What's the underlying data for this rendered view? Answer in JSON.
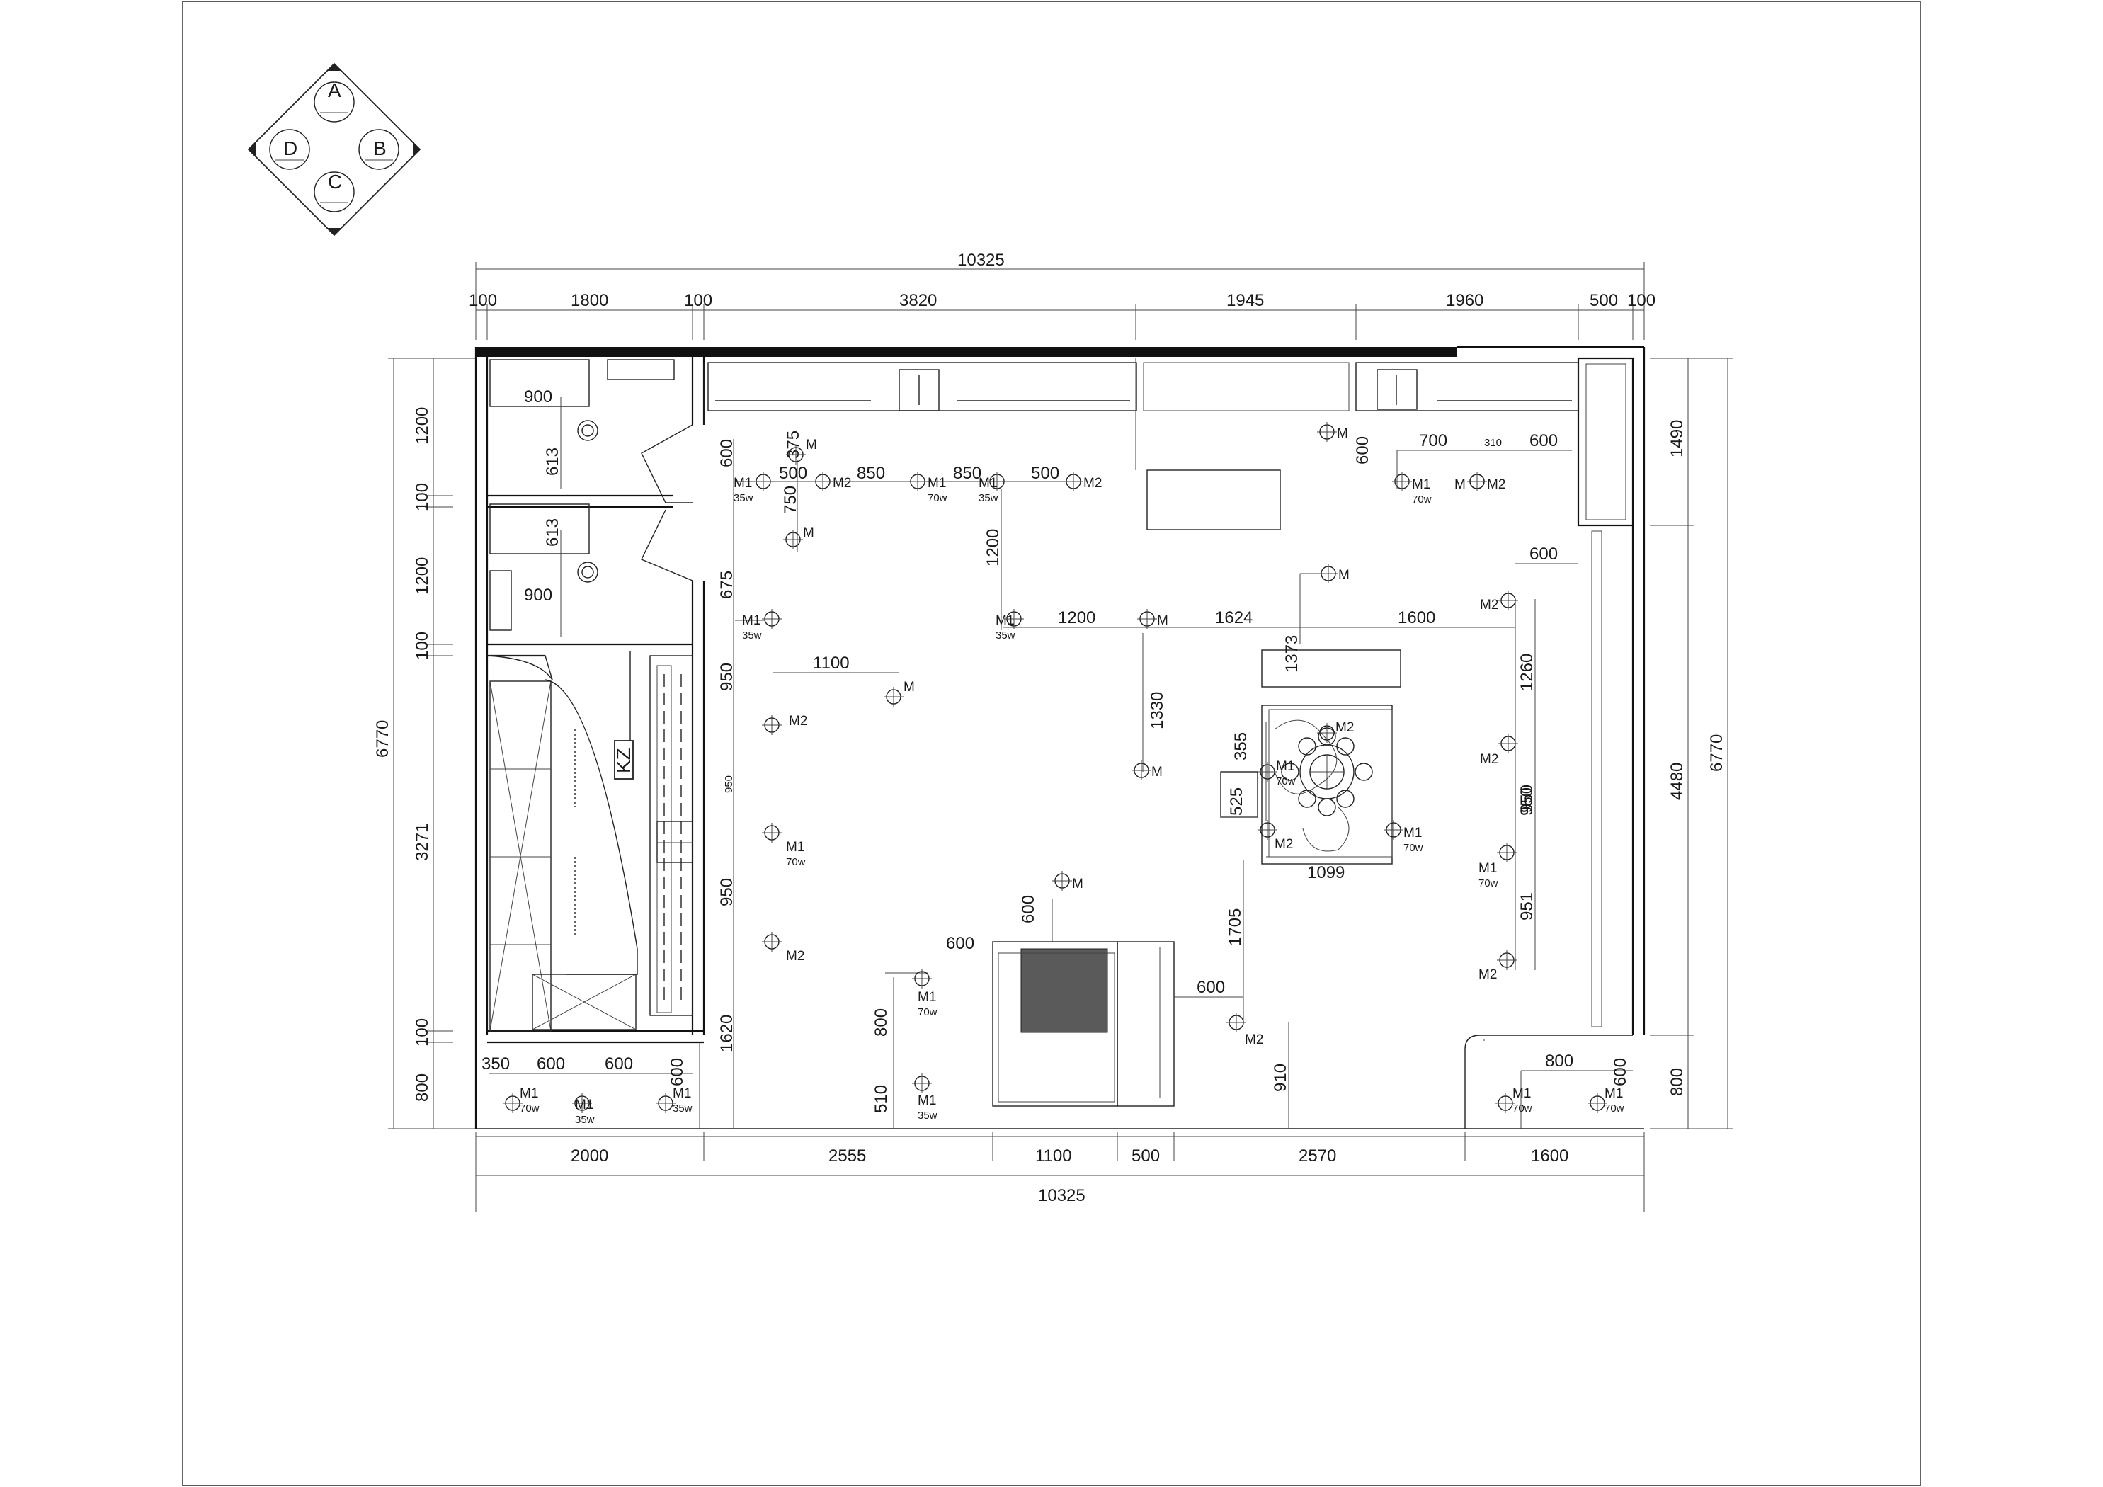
{
  "compass": {
    "top": "A",
    "right": "B",
    "bottom": "C",
    "left": "D"
  },
  "top_dims": {
    "overall": "10325",
    "segments": [
      "100",
      "1800",
      "100",
      "3820",
      "1945",
      "1960",
      "500",
      "100"
    ]
  },
  "bottom_dims": {
    "overall": "10325",
    "segments": [
      "2000",
      "2555",
      "1100",
      "500",
      "2570",
      "1600"
    ]
  },
  "left_dims": {
    "overall": "6770",
    "segments": [
      "1200",
      "100",
      "1200",
      "100",
      "3271",
      "100",
      "800"
    ]
  },
  "right_dims": {
    "overall": "6770",
    "segments": [
      "1490",
      "4480",
      "800"
    ]
  },
  "interior_dims": [
    "900",
    "613",
    "613",
    "900",
    "600",
    "375",
    "500",
    "850",
    "850",
    "500",
    "750",
    "1200",
    "675",
    "950",
    "1100",
    "950",
    "950",
    "950",
    "1620",
    "1200",
    "1624",
    "1600",
    "1330",
    "1373",
    "355",
    "525",
    "1099",
    "600",
    "600",
    "800",
    "510",
    "1705",
    "600",
    "910",
    "700",
    "310",
    "600",
    "600",
    "600",
    "1260",
    "950",
    "951",
    "350",
    "600",
    "600",
    "600",
    "800",
    "600"
  ],
  "lights": [
    {
      "label": "M1",
      "watt": "35w"
    },
    {
      "label": "M2",
      "watt": ""
    },
    {
      "label": "M1",
      "watt": "70w"
    },
    {
      "label": "M1",
      "watt": "35w"
    },
    {
      "label": "M2",
      "watt": ""
    },
    {
      "label": "M",
      "watt": ""
    },
    {
      "label": "M",
      "watt": ""
    },
    {
      "label": "M1",
      "watt": "35w"
    },
    {
      "label": "M1",
      "watt": "35w"
    },
    {
      "label": "M",
      "watt": ""
    },
    {
      "label": "M",
      "watt": ""
    },
    {
      "label": "M2",
      "watt": ""
    },
    {
      "label": "M1",
      "watt": "70w"
    },
    {
      "label": "M2",
      "watt": ""
    },
    {
      "label": "M",
      "watt": ""
    },
    {
      "label": "M",
      "watt": ""
    },
    {
      "label": "M",
      "watt": ""
    },
    {
      "label": "M",
      "watt": ""
    },
    {
      "label": "M1",
      "watt": "70w"
    },
    {
      "label": "M2",
      "watt": ""
    },
    {
      "label": "M",
      "watt": ""
    },
    {
      "label": "M2",
      "watt": ""
    },
    {
      "label": "M2",
      "watt": ""
    },
    {
      "label": "M1",
      "watt": "70w"
    },
    {
      "label": "M2",
      "watt": ""
    },
    {
      "label": "M1",
      "watt": "35w"
    },
    {
      "label": "M1",
      "watt": "70w"
    },
    {
      "label": "M1",
      "watt": "35w"
    },
    {
      "label": "M1",
      "watt": "35w"
    },
    {
      "label": "M2",
      "watt": ""
    },
    {
      "label": "M1",
      "watt": "70w"
    },
    {
      "label": "M2",
      "watt": ""
    },
    {
      "label": "M1",
      "watt": "70w"
    },
    {
      "label": "M1",
      "watt": "70w"
    },
    {
      "label": "M1",
      "watt": "70w"
    },
    {
      "label": "M1",
      "watt": "70w"
    },
    {
      "label": "M2",
      "watt": ""
    }
  ],
  "labels": {
    "column_tag": "KZ",
    "center_light": "M2"
  }
}
